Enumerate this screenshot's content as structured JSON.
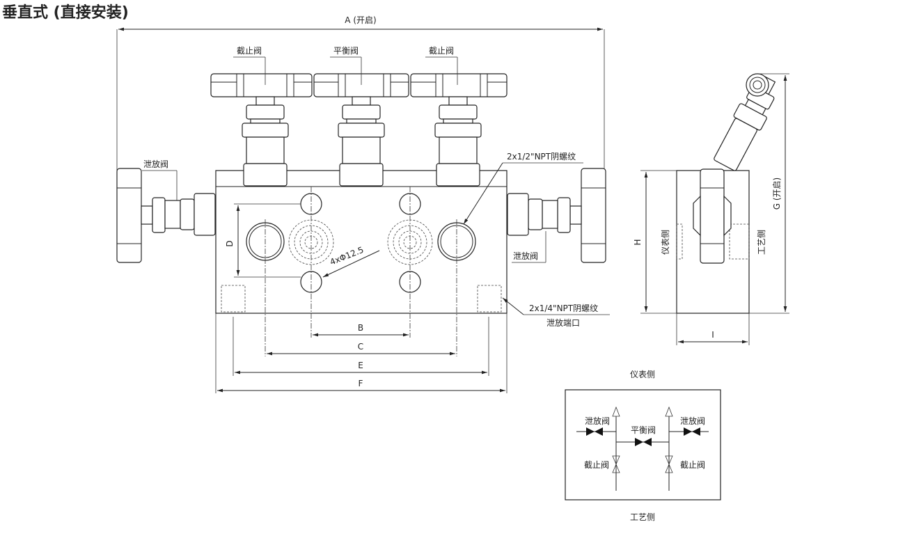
{
  "title": "垂直式 (直接安装)",
  "dims": {
    "A": "A (开启)",
    "B": "B",
    "C": "C",
    "D": "D",
    "E": "E",
    "F": "F",
    "G": "G (开启)",
    "H": "H",
    "I": "I"
  },
  "callouts": {
    "stop_left": "截止阀",
    "balance": "平衡阀",
    "stop_right": "截止阀",
    "vent_left": "泄放阀",
    "vent_right": "泄放阀",
    "npt_half": "2x1/2\"NPT阴螺纹",
    "holes": "4xΦ12.5",
    "npt_quarter": "2x1/4\"NPT阴螺纹",
    "vent_port": "泄放端口"
  },
  "side_view": {
    "instrument_side": "仪表侧",
    "process_side": "工艺侧"
  },
  "schematic": {
    "top_label": "仪表侧",
    "bottom_label": "工艺侧",
    "vent_left": "泄放阀",
    "vent_right": "泄放阀",
    "balance": "平衡阀",
    "stop_left": "截止阀",
    "stop_right": "截止阀"
  }
}
